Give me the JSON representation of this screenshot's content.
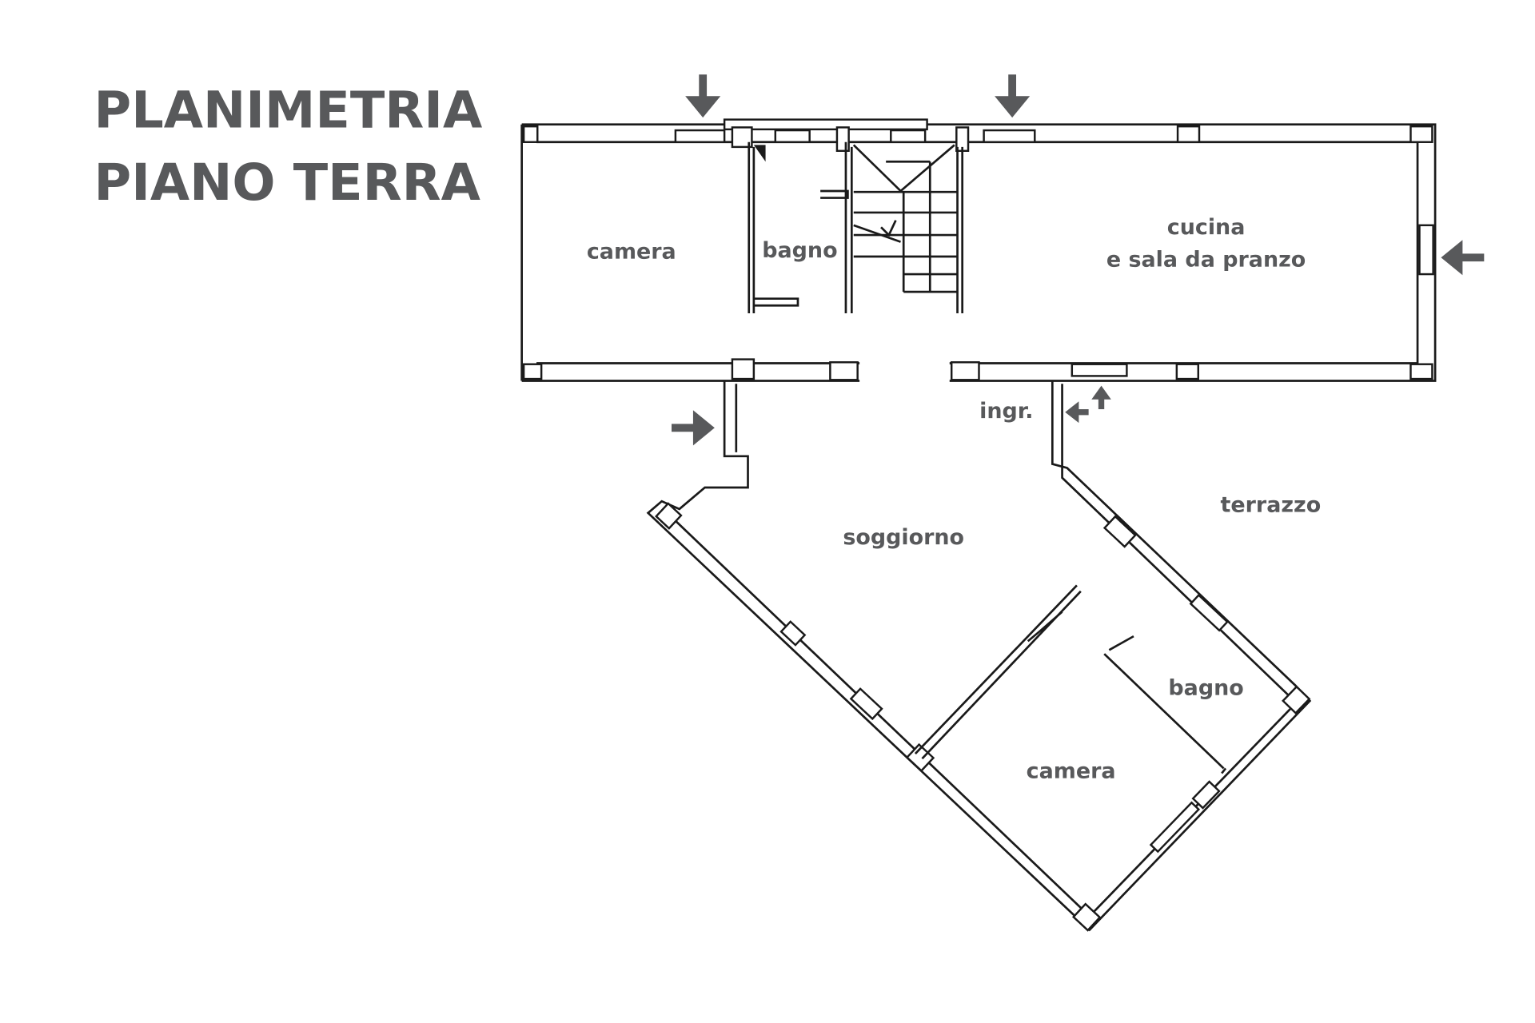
{
  "title": {
    "line1": "PLANIMETRIA",
    "line2": "PIANO TERRA"
  },
  "rooms": {
    "camera_top": "camera",
    "bagno_top": "bagno",
    "cucina_line1": "cucina",
    "cucina_line2": "e sala da pranzo",
    "ingresso": "ingr.",
    "soggiorno": "soggiorno",
    "terrazzo": "terrazzo",
    "bagno_bottom": "bagno",
    "camera_bottom": "camera"
  },
  "colors": {
    "text": "#58595b",
    "walls": "#1a1a1a",
    "arrows": "#58595b"
  }
}
